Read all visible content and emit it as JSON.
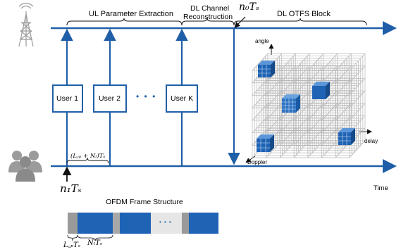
{
  "header": {
    "ul_parameter_extraction": "UL Parameter Extraction",
    "dl_channel_reconstruction_line1": "DL Channel",
    "dl_channel_reconstruction_line2": "Reconstruction",
    "dl_otfs_block": "DL OTFS Block",
    "n0_ts": "n₀Tₛ"
  },
  "users": [
    {
      "label": "User 1"
    },
    {
      "label": "User 2"
    },
    {
      "label": "User K"
    }
  ],
  "ellipsis": "• • •",
  "cube_axes": {
    "angle": "angle",
    "delay": "delay",
    "doppler": "Doppler"
  },
  "lower_axis": {
    "lcp_nl_ts": "(L꜀ₚ + Nₗ)Tₛ",
    "n1_ts": "n₁Tₛ",
    "time": "Time"
  },
  "frame": {
    "title": "OFDM Frame Structure",
    "ellipsis": "• • •",
    "lcp_ts": "L꜀ₚTₛ",
    "nl_ts": "NₗTₛ"
  },
  "colors": {
    "line_blue": "#1f5fa8",
    "block_blue": "#1f63b5",
    "cp_gray": "#9a9a9a",
    "icon_gray": "#9b9b9b"
  }
}
